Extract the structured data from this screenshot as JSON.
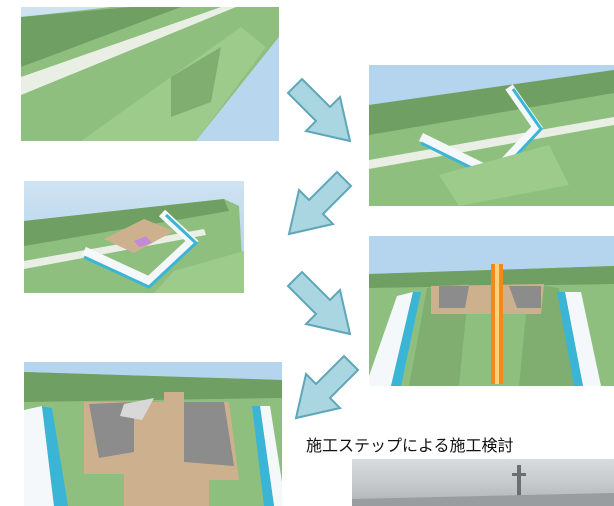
{
  "caption": "施工ステップによる施工検討",
  "colors": {
    "sky": "#a9cde9",
    "field_green": "#8fbf7e",
    "field_dark": "#5e8f54",
    "wall_blue": "#3bb5d6",
    "wall_white": "#f4f8fa",
    "sand": "#cdb18f",
    "arrow_fill": "#a9d6e0",
    "arrow_stroke": "#5fa6b8",
    "orange_pipe": "#f08a1c"
  },
  "panels": [
    {
      "id": "step1",
      "icon": "terrain-render"
    },
    {
      "id": "step2",
      "icon": "terrain-render-v-wall"
    },
    {
      "id": "step3",
      "icon": "terrain-render-pit"
    },
    {
      "id": "step4",
      "icon": "terrain-render-channel"
    },
    {
      "id": "step5",
      "icon": "terrain-render-excavation"
    }
  ],
  "arrows": [
    {
      "direction": "down-right",
      "icon": "arrow-icon"
    },
    {
      "direction": "down-left",
      "icon": "arrow-icon"
    },
    {
      "direction": "down-right",
      "icon": "arrow-icon"
    },
    {
      "direction": "down-left",
      "icon": "arrow-icon"
    }
  ]
}
